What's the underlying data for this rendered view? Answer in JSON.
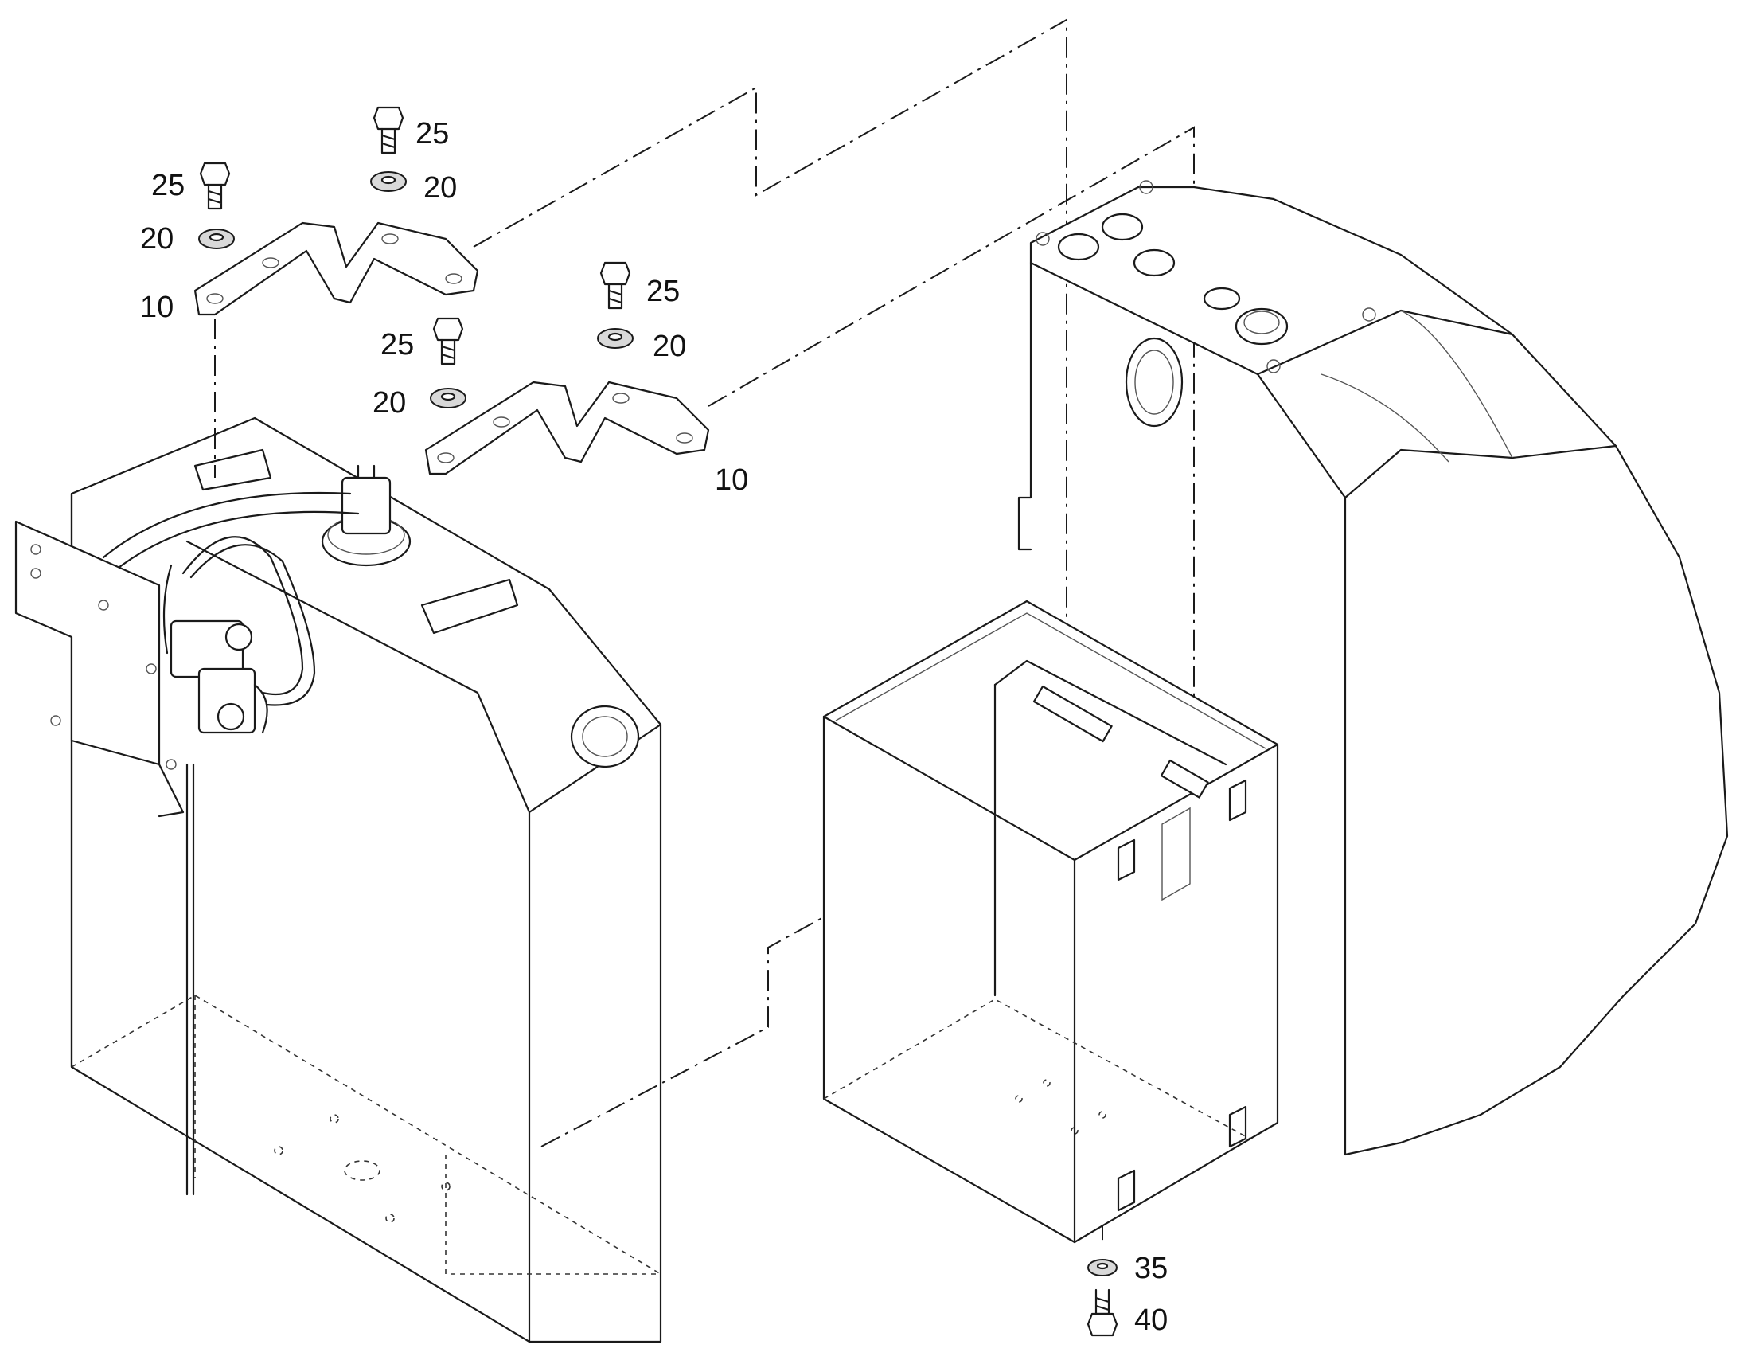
{
  "callouts": [
    {
      "id": "c25a",
      "text": "25"
    },
    {
      "id": "c20a",
      "text": "20"
    },
    {
      "id": "c10a",
      "text": "10"
    },
    {
      "id": "c25b",
      "text": "25"
    },
    {
      "id": "c20b",
      "text": "20"
    },
    {
      "id": "c25c",
      "text": "25"
    },
    {
      "id": "c20c",
      "text": "20"
    },
    {
      "id": "c25d",
      "text": "25"
    },
    {
      "id": "c20d",
      "text": "20"
    },
    {
      "id": "c10b",
      "text": "10"
    },
    {
      "id": "c35",
      "text": "35"
    },
    {
      "id": "c40",
      "text": "40"
    }
  ],
  "colors": {
    "line": "#1a1a1a",
    "background": "#ffffff",
    "washer_fill": "#d9d9d9"
  }
}
